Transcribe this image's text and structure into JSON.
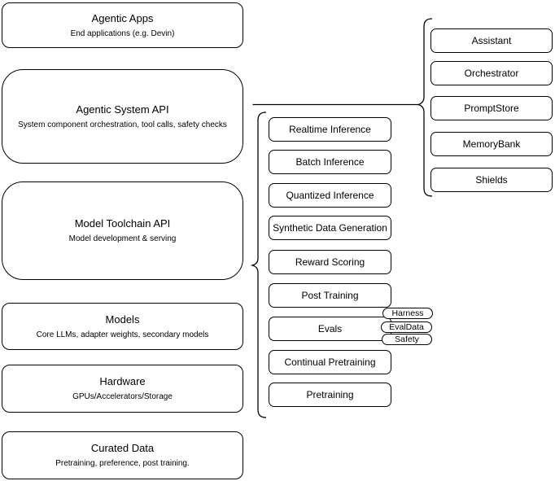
{
  "diagram": {
    "title": "Agentic system architecture stack",
    "colors": {
      "stroke": "#000000",
      "fill": "#ffffff",
      "background": "#ffffff"
    },
    "left_column": {
      "boxes": [
        {
          "title": "Agentic Apps",
          "subtitle": "End applications (e.g. Devin)"
        },
        {
          "title": "Agentic System API",
          "subtitle": "System component orchestration, tool calls, safety checks"
        },
        {
          "title": "Model Toolchain API",
          "subtitle": "Model development & serving"
        },
        {
          "title": "Models",
          "subtitle": "Core LLMs, adapter weights, secondary models"
        },
        {
          "title": "Hardware",
          "subtitle": "GPUs/Accelerators/Storage"
        },
        {
          "title": "Curated Data",
          "subtitle": "Pretraining, preference, post training."
        }
      ]
    },
    "toolchain_column": {
      "boxes": [
        {
          "label": "Realtime Inference"
        },
        {
          "label": "Batch Inference"
        },
        {
          "label": "Quantized Inference"
        },
        {
          "label": "Synthetic Data Generation"
        },
        {
          "label": "Reward Scoring"
        },
        {
          "label": "Post Training"
        },
        {
          "label": "Evals"
        },
        {
          "label": "Continual Pretraining"
        },
        {
          "label": "Pretraining"
        }
      ],
      "eval_tags": [
        {
          "label": "Harness"
        },
        {
          "label": "EvalData"
        },
        {
          "label": "Safety"
        }
      ]
    },
    "system_components_column": {
      "boxes": [
        {
          "label": "Assistant"
        },
        {
          "label": "Orchestrator"
        },
        {
          "label": "PromptStore"
        },
        {
          "label": "MemoryBank"
        },
        {
          "label": "Shields"
        }
      ]
    }
  }
}
